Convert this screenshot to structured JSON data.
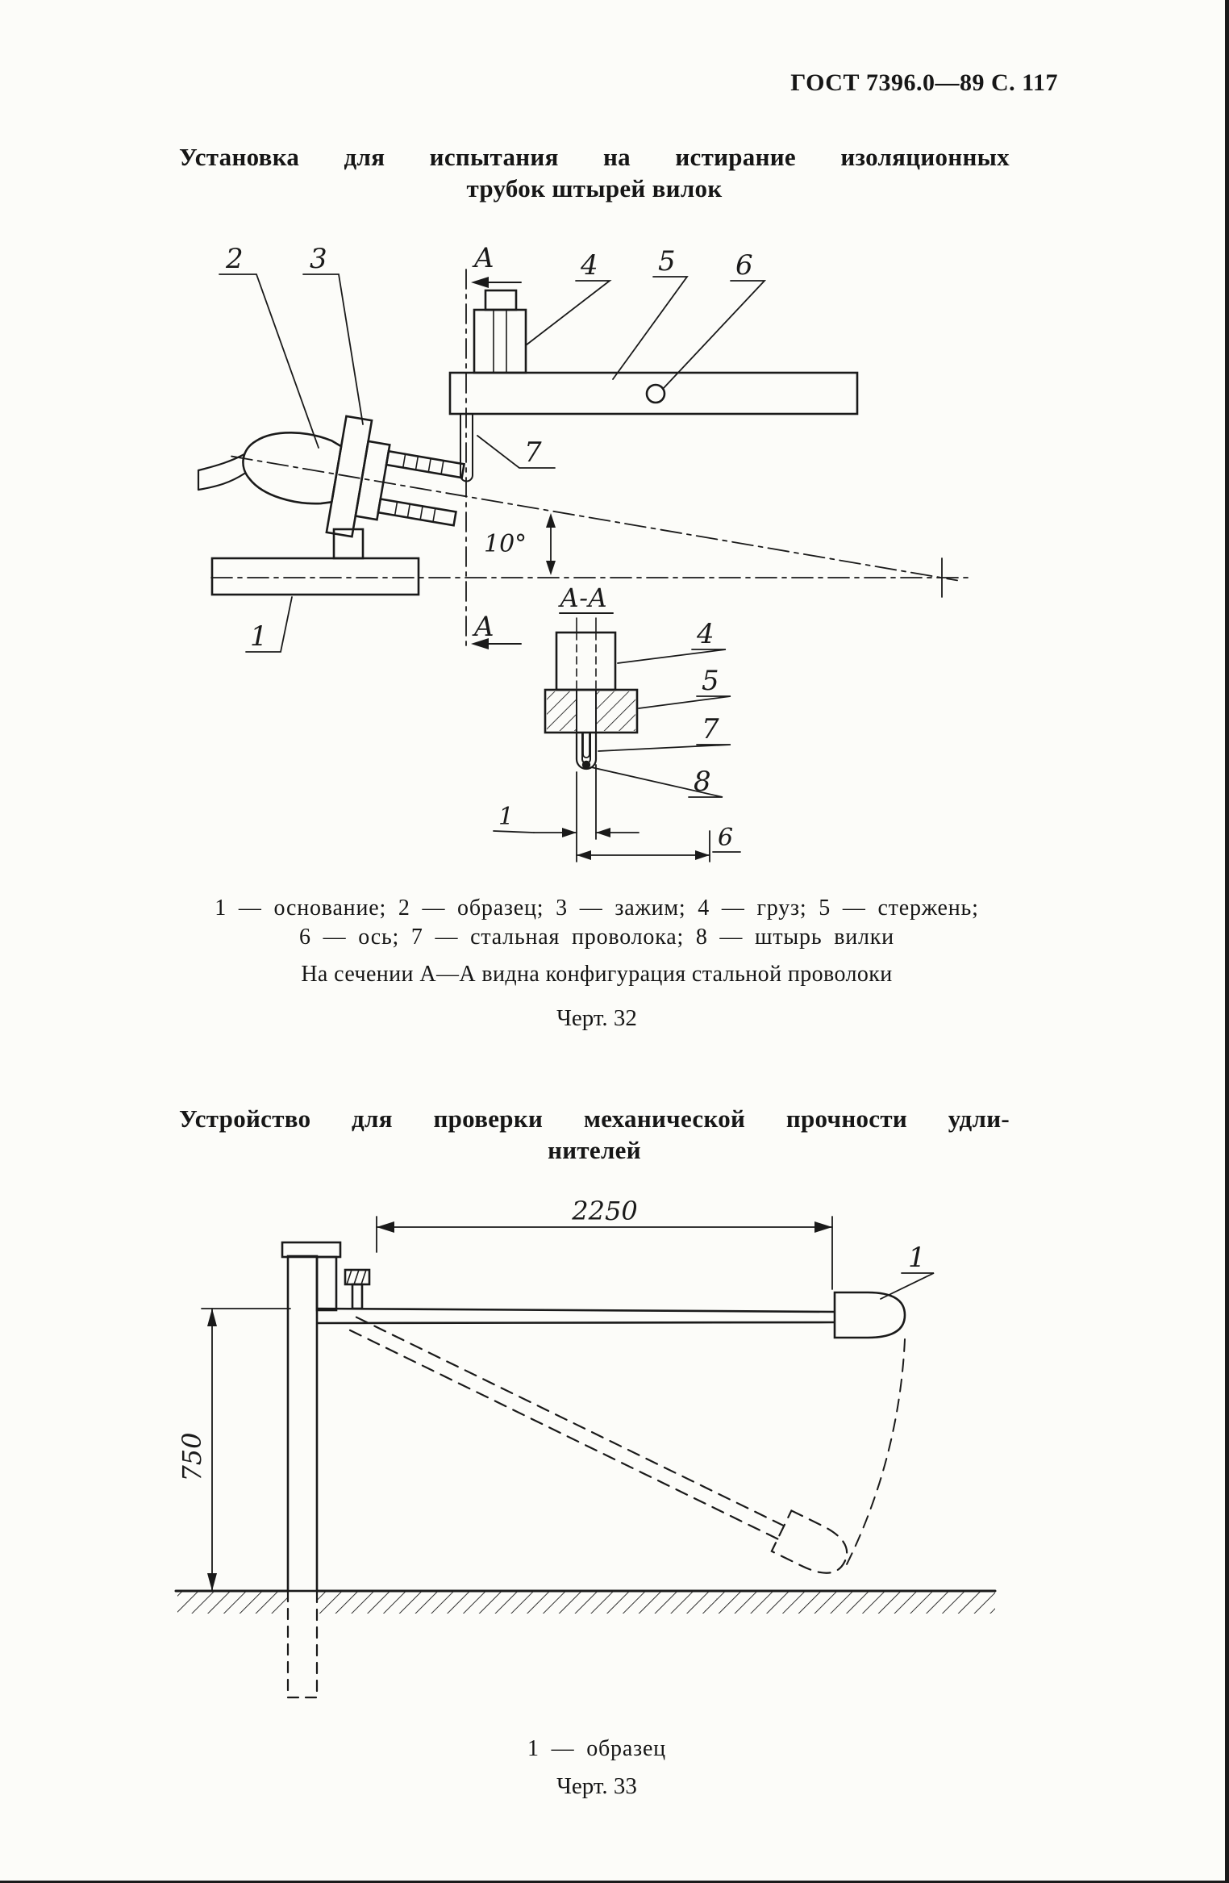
{
  "page": {
    "header": "ГОСТ 7396.0—89 С. 117"
  },
  "fig32": {
    "title_line1": "Установка для испытания на истирание изоляционных",
    "title_line2": "трубок штырей вилок",
    "labels": {
      "c1": "1",
      "c2": "2",
      "c3": "3",
      "c4": "4",
      "c5": "5",
      "c6": "6",
      "c7": "7",
      "section_a_top": "A",
      "section_a_bottom": "A",
      "angle": "10°",
      "section_title": "А-А",
      "s4": "4",
      "s5": "5",
      "s7": "7",
      "s8": "8",
      "dim_1": "1",
      "dim_6": "6"
    },
    "legend_line1": "1 — основание; 2 — образец; 3 — зажим; 4 — груз; 5 — стержень;",
    "legend_line2": "6 — ось; 7 — стальная проволока; 8 — штырь вилки",
    "note": "На сечении А—А видна конфигурация стальной проволоки",
    "caption": "Черт. 32"
  },
  "fig33": {
    "title_line1": "Устройство для проверки механической прочности удли-",
    "title_line2": "нителей",
    "labels": {
      "dim_width": "2250",
      "dim_height": "750",
      "c1": "1"
    },
    "legend": "1 — образец",
    "caption": "Черт. 33"
  }
}
